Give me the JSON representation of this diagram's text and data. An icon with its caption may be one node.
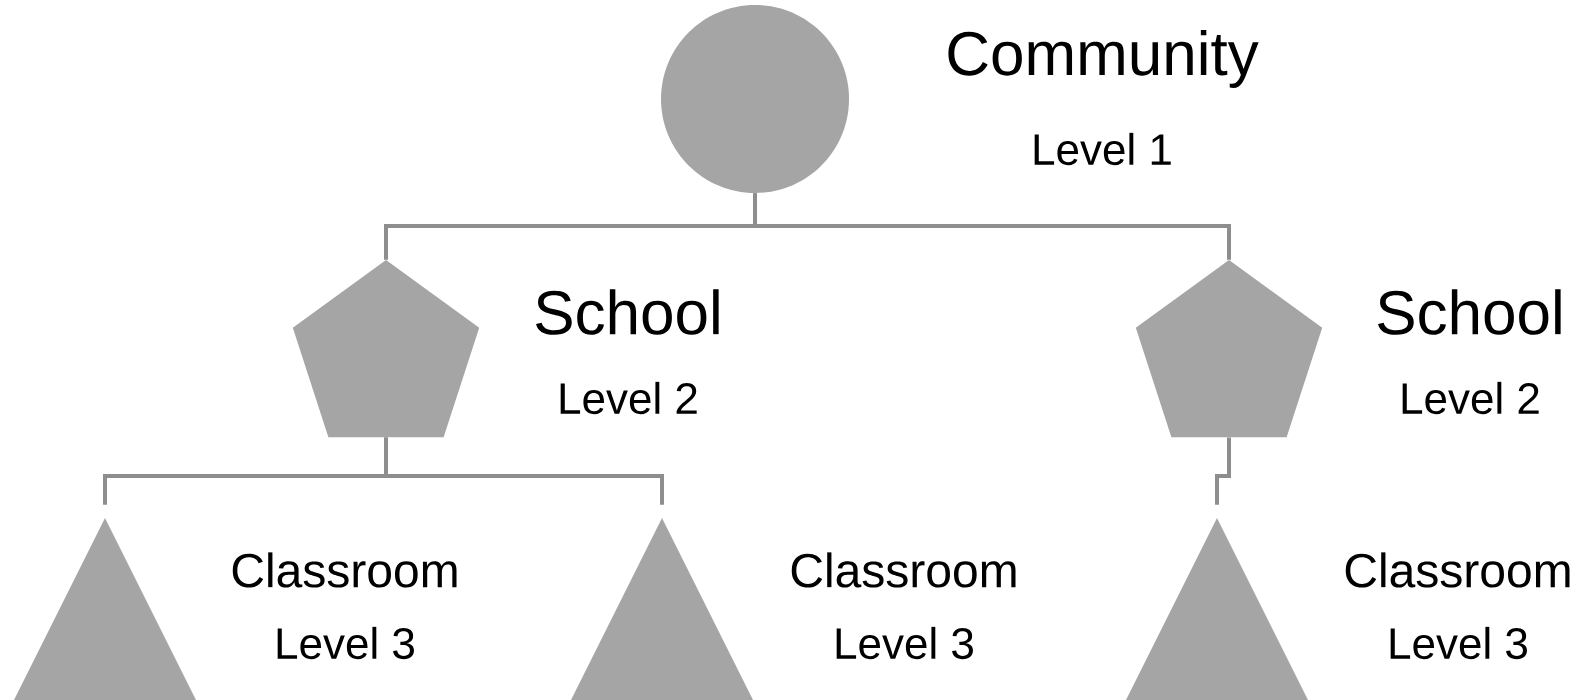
{
  "diagram": {
    "nodes": [
      {
        "text": [
          "Community",
          "Level 1"
        ]
      },
      {
        "text": [
          "School",
          "Level 2"
        ]
      },
      {
        "text": [
          "School",
          "Level 2"
        ]
      },
      {
        "text": [
          "Classroom",
          "Level 3"
        ]
      },
      {
        "text": [
          "Classroom",
          "Level 3"
        ]
      },
      {
        "text": [
          "Classroom",
          "Level 3"
        ]
      }
    ],
    "edges": [
      {
        "from": 0,
        "to": 1,
        "arrow": "none",
        "color": "#8e8e8f"
      },
      {
        "from": 0,
        "to": 2,
        "arrow": "none",
        "color": "#8e8e8f"
      },
      {
        "from": 1,
        "to": 3,
        "arrow": "none",
        "color": "#8e8e8f"
      },
      {
        "from": 1,
        "to": 4,
        "arrow": "none",
        "color": "#8e8e8f"
      },
      {
        "from": 2,
        "to": 5,
        "arrow": "none",
        "color": "#8e8e8f"
      }
    ]
  }
}
